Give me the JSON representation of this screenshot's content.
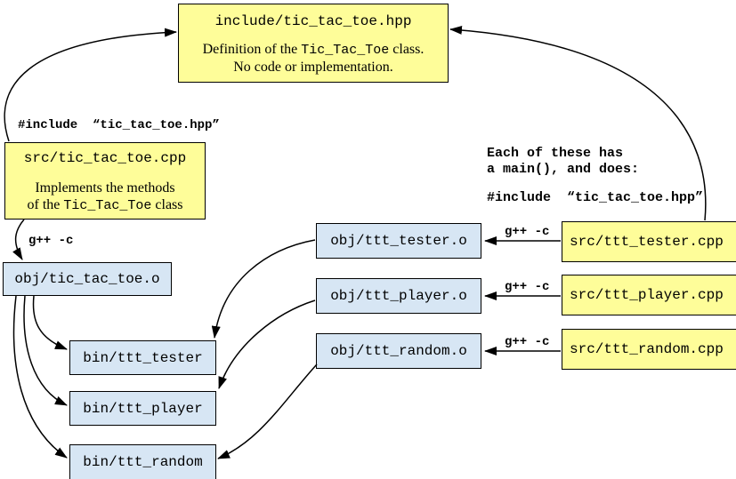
{
  "colors": {
    "source_fill": "#fefd99",
    "object_fill": "#d7e6f4",
    "border": "#000000",
    "arrow": "#000000",
    "background": "#ffffff"
  },
  "nodes": {
    "include_hpp": {
      "title": "include/tic_tac_toe.hpp",
      "desc1_pre": "Definition of the ",
      "desc1_code": "Tic_Tac_Toe",
      "desc1_post": " class.",
      "desc2": "No code or implementation."
    },
    "src_tic": {
      "title": "src/tic_tac_toe.cpp",
      "desc1": "Implements the methods",
      "desc2_pre": "of the ",
      "desc2_code": "Tic_Tac_Toe",
      "desc2_post": " class"
    },
    "obj_tic": {
      "title": "obj/tic_tac_toe.o"
    },
    "bin_tester": {
      "title": "bin/ttt_tester"
    },
    "bin_player": {
      "title": "bin/ttt_player"
    },
    "bin_random": {
      "title": "bin/ttt_random"
    },
    "obj_tester": {
      "title": "obj/ttt_tester.o"
    },
    "obj_player": {
      "title": "obj/ttt_player.o"
    },
    "obj_random": {
      "title": "obj/ttt_random.o"
    },
    "src_tester": {
      "title": "src/ttt_tester.cpp"
    },
    "src_player": {
      "title": "src/ttt_player.cpp"
    },
    "src_random": {
      "title": "src/ttt_random.cpp"
    }
  },
  "annotations": {
    "include_left": "#include  “tic_tac_toe.hpp”",
    "gpp_left": "g++ -c",
    "each_note": "Each of these has\na main(), and does:",
    "include_right": "#include  “tic_tac_toe.hpp”",
    "gpp_tester": "g++ -c",
    "gpp_player": "g++ -c",
    "gpp_random": "g++ -c"
  },
  "edges": [
    {
      "from": "src_tic",
      "to": "include_hpp",
      "label": ""
    },
    {
      "from": "src_tester",
      "to": "include_hpp",
      "label": ""
    },
    {
      "from": "src_tic",
      "to": "obj_tic",
      "label": "g++ -c"
    },
    {
      "from": "obj_tic",
      "to": "bin_tester",
      "label": ""
    },
    {
      "from": "obj_tic",
      "to": "bin_player",
      "label": ""
    },
    {
      "from": "obj_tic",
      "to": "bin_random",
      "label": ""
    },
    {
      "from": "obj_tester",
      "to": "bin_tester",
      "label": ""
    },
    {
      "from": "obj_player",
      "to": "bin_player",
      "label": ""
    },
    {
      "from": "obj_random",
      "to": "bin_random",
      "label": ""
    },
    {
      "from": "src_tester",
      "to": "obj_tester",
      "label": "g++ -c"
    },
    {
      "from": "src_player",
      "to": "obj_player",
      "label": "g++ -c"
    },
    {
      "from": "src_random",
      "to": "obj_random",
      "label": "g++ -c"
    }
  ]
}
